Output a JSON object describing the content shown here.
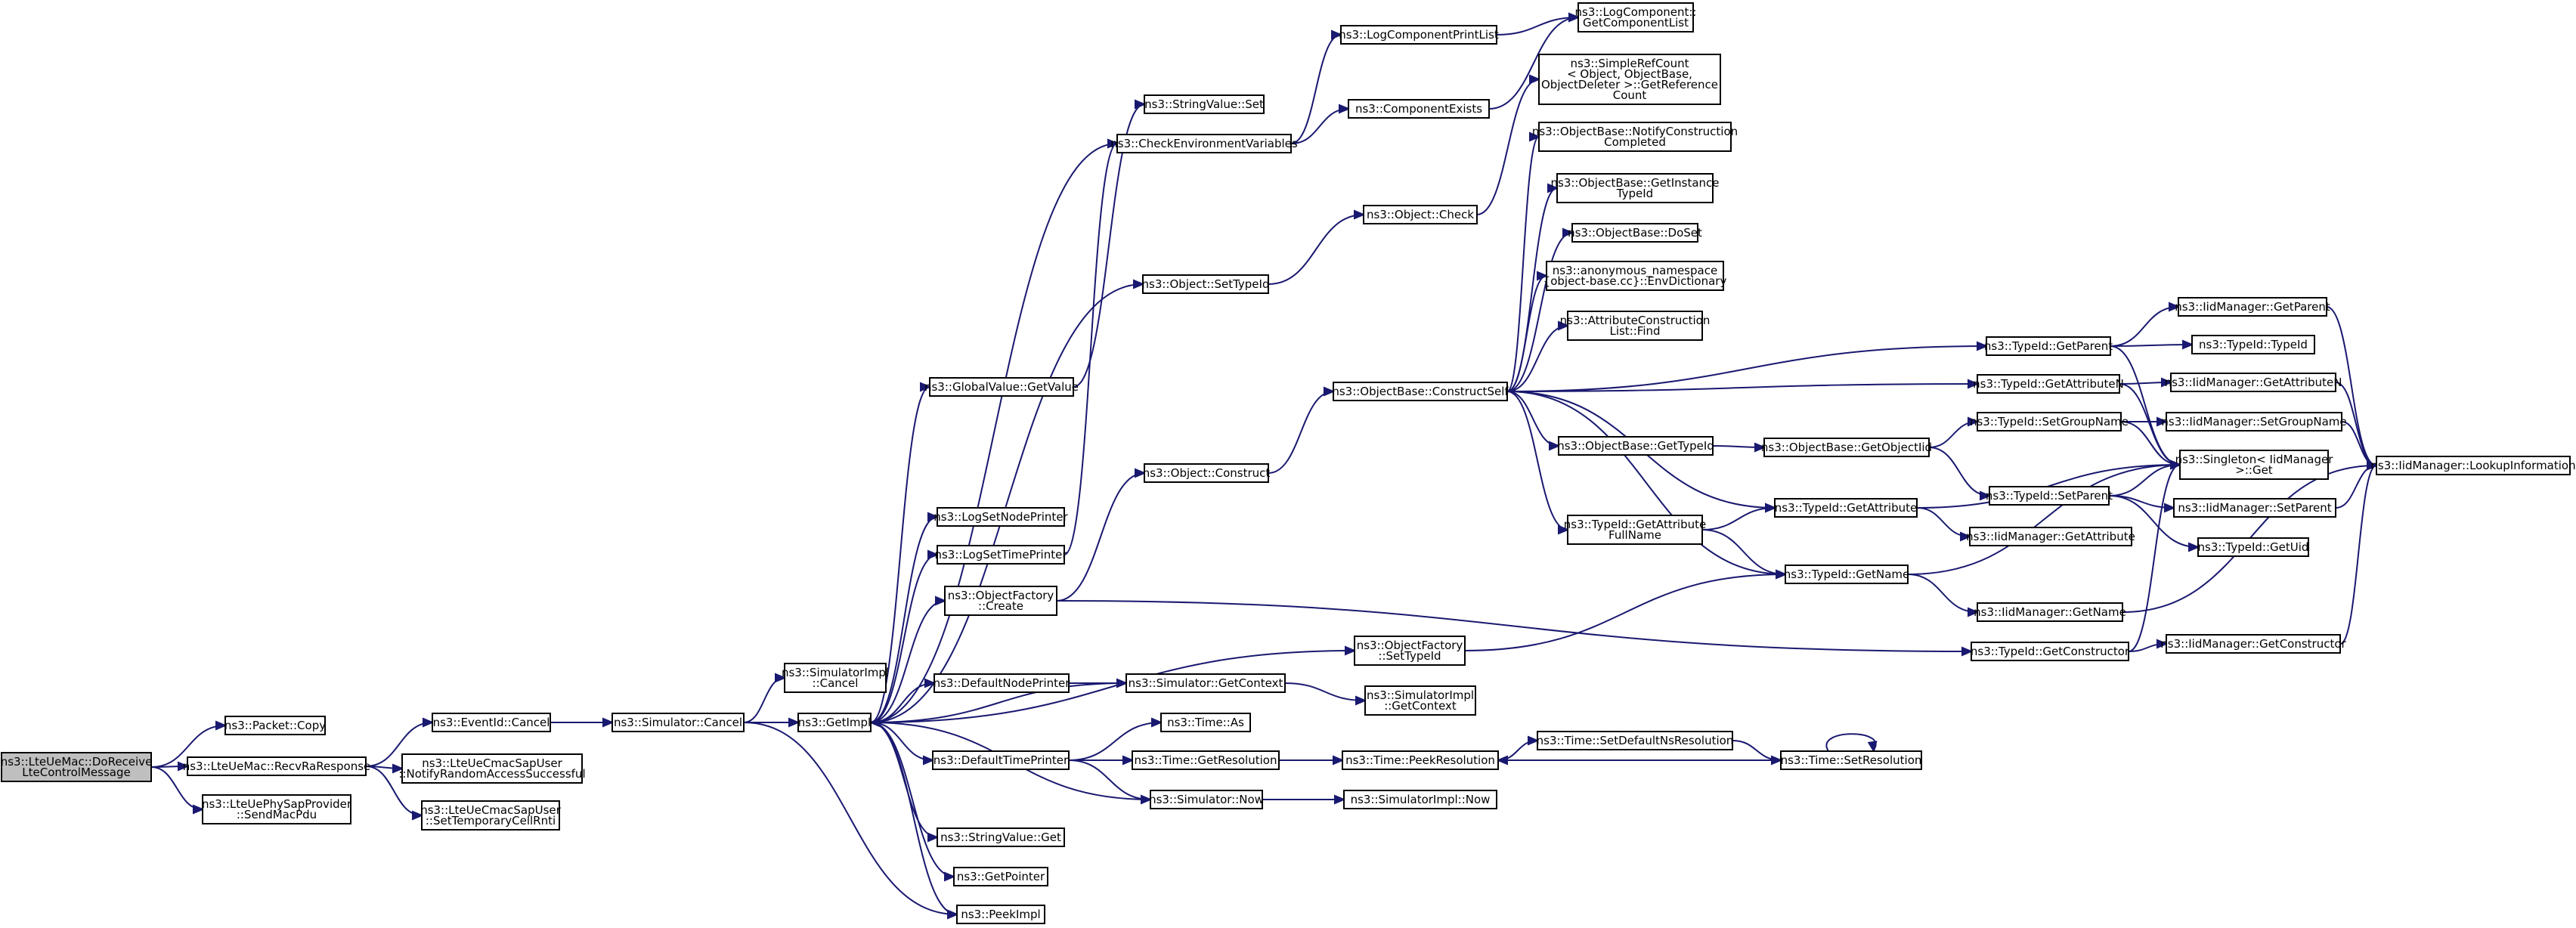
{
  "graph": {
    "nodes": [
      {
        "id": "root",
        "lines": [
          "ns3::LteUeMac::DoReceive",
          "LteControlMessage"
        ],
        "root": true
      },
      {
        "id": "packet_copy",
        "lines": [
          "ns3::Packet::Copy"
        ]
      },
      {
        "id": "recvra",
        "lines": [
          "ns3::LteUeMac::RecvRaResponse"
        ]
      },
      {
        "id": "sendmacpdu",
        "lines": [
          "ns3::LteUePhySapProvider",
          "::SendMacPdu"
        ]
      },
      {
        "id": "eventid_cancel",
        "lines": [
          "ns3::EventId::Cancel"
        ]
      },
      {
        "id": "notify_ra",
        "lines": [
          "ns3::LteUeCmacSapUser",
          "::NotifyRandomAccessSuccessful"
        ]
      },
      {
        "id": "set_temp_rnti",
        "lines": [
          "ns3::LteUeCmacSapUser",
          "::SetTemporaryCellRnti"
        ]
      },
      {
        "id": "sim_cancel",
        "lines": [
          "ns3::Simulator::Cancel"
        ]
      },
      {
        "id": "simimpl_cancel",
        "lines": [
          "ns3::SimulatorImpl",
          "::Cancel"
        ]
      },
      {
        "id": "getimpl",
        "lines": [
          "ns3::GetImpl"
        ]
      },
      {
        "id": "globalvalue_getvalue",
        "lines": [
          "ns3::GlobalValue::GetValue"
        ]
      },
      {
        "id": "logsetnodeprinter",
        "lines": [
          "ns3::LogSetNodePrinter"
        ]
      },
      {
        "id": "logsettimeprinter",
        "lines": [
          "ns3::LogSetTimePrinter"
        ]
      },
      {
        "id": "objectfactory_create",
        "lines": [
          "ns3::ObjectFactory",
          "::Create"
        ]
      },
      {
        "id": "defaultnodeprinter",
        "lines": [
          "ns3::DefaultNodePrinter"
        ]
      },
      {
        "id": "defaulttimeprinter",
        "lines": [
          "ns3::DefaultTimePrinter"
        ]
      },
      {
        "id": "stringvalue_get",
        "lines": [
          "ns3::StringValue::Get"
        ]
      },
      {
        "id": "getpointer",
        "lines": [
          "ns3::GetPointer"
        ]
      },
      {
        "id": "peekimpl",
        "lines": [
          "ns3::PeekImpl"
        ]
      },
      {
        "id": "stringvalue_set",
        "lines": [
          "ns3::StringValue::Set"
        ]
      },
      {
        "id": "checkenv",
        "lines": [
          "ns3::CheckEnvironmentVariables"
        ]
      },
      {
        "id": "object_settypeid",
        "lines": [
          "ns3::Object::SetTypeId"
        ]
      },
      {
        "id": "object_construct",
        "lines": [
          "ns3::Object::Construct"
        ]
      },
      {
        "id": "objectfactory_settypeid",
        "lines": [
          "ns3::ObjectFactory",
          "::SetTypeId"
        ]
      },
      {
        "id": "sim_getcontext",
        "lines": [
          "ns3::Simulator::GetContext"
        ]
      },
      {
        "id": "time_as",
        "lines": [
          "ns3::Time::As"
        ]
      },
      {
        "id": "time_getresolution",
        "lines": [
          "ns3::Time::GetResolution"
        ]
      },
      {
        "id": "sim_now",
        "lines": [
          "ns3::Simulator::Now"
        ]
      },
      {
        "id": "logcomponentprintlist",
        "lines": [
          "ns3::LogComponentPrintList"
        ]
      },
      {
        "id": "componentexists",
        "lines": [
          "ns3::ComponentExists"
        ]
      },
      {
        "id": "object_check",
        "lines": [
          "ns3::Object::Check"
        ]
      },
      {
        "id": "constructself",
        "lines": [
          "ns3::ObjectBase::ConstructSelf"
        ]
      },
      {
        "id": "simimpl_getcontext",
        "lines": [
          "ns3::SimulatorImpl",
          "::GetContext"
        ]
      },
      {
        "id": "time_peekresolution",
        "lines": [
          "ns3::Time::PeekResolution"
        ]
      },
      {
        "id": "simimpl_now",
        "lines": [
          "ns3::SimulatorImpl::Now"
        ]
      },
      {
        "id": "getcomponentlist",
        "lines": [
          "ns3::LogComponent::",
          "GetComponentList"
        ]
      },
      {
        "id": "simplerefcount",
        "lines": [
          "ns3::SimpleRefCount",
          "< Object, ObjectBase,",
          "ObjectDeleter >::GetReference",
          "Count"
        ]
      },
      {
        "id": "notifyconstruction",
        "lines": [
          "ns3::ObjectBase::NotifyConstruction",
          "Completed"
        ]
      },
      {
        "id": "getinstancetypeid",
        "lines": [
          "ns3::ObjectBase::GetInstance",
          "TypeId"
        ]
      },
      {
        "id": "doset",
        "lines": [
          "ns3::ObjectBase::DoSet"
        ]
      },
      {
        "id": "envdictionary",
        "lines": [
          "ns3::anonymous_namespace",
          "{object-base.cc}::EnvDictionary"
        ]
      },
      {
        "id": "attrconstructionlist_find",
        "lines": [
          "ns3::AttributeConstruction",
          "List::Find"
        ]
      },
      {
        "id": "objectbase_gettypeid",
        "lines": [
          "ns3::ObjectBase::GetTypeId"
        ]
      },
      {
        "id": "getattributefullname",
        "lines": [
          "ns3::TypeId::GetAttribute",
          "FullName"
        ]
      },
      {
        "id": "time_setdefaultnsres",
        "lines": [
          "ns3::Time::SetDefaultNsResolution"
        ]
      },
      {
        "id": "time_setresolution",
        "lines": [
          "ns3::Time::SetResolution"
        ]
      },
      {
        "id": "getobjectiid",
        "lines": [
          "ns3::ObjectBase::GetObjectIid"
        ]
      },
      {
        "id": "typeid_getattribute",
        "lines": [
          "ns3::TypeId::GetAttribute"
        ]
      },
      {
        "id": "typeid_getname",
        "lines": [
          "ns3::TypeId::GetName"
        ]
      },
      {
        "id": "typeid_getparent",
        "lines": [
          "ns3::TypeId::GetParent"
        ]
      },
      {
        "id": "typeid_getattributen",
        "lines": [
          "ns3::TypeId::GetAttributeN"
        ]
      },
      {
        "id": "typeid_setgroupname",
        "lines": [
          "ns3::TypeId::SetGroupName"
        ]
      },
      {
        "id": "typeid_setparent",
        "lines": [
          "ns3::TypeId::SetParent"
        ]
      },
      {
        "id": "iid_getattribute",
        "lines": [
          "ns3::IidManager::GetAttribute"
        ]
      },
      {
        "id": "iid_getname",
        "lines": [
          "ns3::IidManager::GetName"
        ]
      },
      {
        "id": "typeid_getconstructor",
        "lines": [
          "ns3::TypeId::GetConstructor"
        ]
      },
      {
        "id": "iid_getparent",
        "lines": [
          "ns3::IidManager::GetParent"
        ]
      },
      {
        "id": "typeid_typeid",
        "lines": [
          "ns3::TypeId::TypeId"
        ]
      },
      {
        "id": "iid_getattributen",
        "lines": [
          "ns3::IidManager::GetAttributeN"
        ]
      },
      {
        "id": "iid_setgroupname",
        "lines": [
          "ns3::IidManager::SetGroupName"
        ]
      },
      {
        "id": "singleton_get",
        "lines": [
          "ns3::Singleton< IidManager",
          ">::Get"
        ]
      },
      {
        "id": "iid_setparent",
        "lines": [
          "ns3::IidManager::SetParent"
        ]
      },
      {
        "id": "typeid_getuid",
        "lines": [
          "ns3::TypeId::GetUid"
        ]
      },
      {
        "id": "iid_getconstructor",
        "lines": [
          "ns3::IidManager::GetConstructor"
        ]
      },
      {
        "id": "iid_lookupinformation",
        "lines": [
          "ns3::IidManager::LookupInformation"
        ]
      }
    ],
    "edges": [
      [
        "root",
        "packet_copy"
      ],
      [
        "root",
        "recvra"
      ],
      [
        "root",
        "sendmacpdu"
      ],
      [
        "recvra",
        "eventid_cancel"
      ],
      [
        "recvra",
        "notify_ra"
      ],
      [
        "recvra",
        "set_temp_rnti"
      ],
      [
        "eventid_cancel",
        "sim_cancel"
      ],
      [
        "sim_cancel",
        "simimpl_cancel"
      ],
      [
        "sim_cancel",
        "getimpl"
      ],
      [
        "sim_cancel",
        "peekimpl"
      ],
      [
        "getimpl",
        "globalvalue_getvalue"
      ],
      [
        "getimpl",
        "logsetnodeprinter"
      ],
      [
        "getimpl",
        "logsettimeprinter"
      ],
      [
        "getimpl",
        "objectfactory_create"
      ],
      [
        "getimpl",
        "defaultnodeprinter"
      ],
      [
        "getimpl",
        "defaulttimeprinter"
      ],
      [
        "getimpl",
        "stringvalue_get"
      ],
      [
        "getimpl",
        "getpointer"
      ],
      [
        "getimpl",
        "peekimpl"
      ],
      [
        "getimpl",
        "checkenv"
      ],
      [
        "getimpl",
        "objectfactory_settypeid"
      ],
      [
        "getimpl",
        "object_settypeid"
      ],
      [
        "globalvalue_getvalue",
        "stringvalue_set"
      ],
      [
        "logsettimeprinter",
        "checkenv"
      ],
      [
        "objectfactory_create",
        "object_construct"
      ],
      [
        "objectfactory_create",
        "typeid_getconstructor"
      ],
      [
        "defaultnodeprinter",
        "sim_getcontext"
      ],
      [
        "sim_getcontext",
        "getimpl"
      ],
      [
        "sim_getcontext",
        "simimpl_getcontext"
      ],
      [
        "defaulttimeprinter",
        "time_as"
      ],
      [
        "defaulttimeprinter",
        "time_getresolution"
      ],
      [
        "defaulttimeprinter",
        "sim_now"
      ],
      [
        "sim_now",
        "getimpl"
      ],
      [
        "sim_now",
        "simimpl_now"
      ],
      [
        "time_getresolution",
        "time_peekresolution"
      ],
      [
        "checkenv",
        "logcomponentprintlist"
      ],
      [
        "checkenv",
        "componentexists"
      ],
      [
        "logcomponentprintlist",
        "getcomponentlist"
      ],
      [
        "componentexists",
        "getcomponentlist"
      ],
      [
        "object_settypeid",
        "object_check"
      ],
      [
        "object_check",
        "simplerefcount"
      ],
      [
        "object_construct",
        "constructself"
      ],
      [
        "objectfactory_settypeid",
        "typeid_getname"
      ],
      [
        "constructself",
        "notifyconstruction"
      ],
      [
        "constructself",
        "getinstancetypeid"
      ],
      [
        "constructself",
        "doset"
      ],
      [
        "constructself",
        "envdictionary"
      ],
      [
        "constructself",
        "attrconstructionlist_find"
      ],
      [
        "constructself",
        "objectbase_gettypeid"
      ],
      [
        "constructself",
        "getattributefullname"
      ],
      [
        "constructself",
        "typeid_getattribute"
      ],
      [
        "constructself",
        "typeid_getname"
      ],
      [
        "constructself",
        "typeid_getparent"
      ],
      [
        "constructself",
        "typeid_getattributen"
      ],
      [
        "objectbase_gettypeid",
        "getobjectiid"
      ],
      [
        "getobjectiid",
        "typeid_setgroupname"
      ],
      [
        "getobjectiid",
        "typeid_setparent"
      ],
      [
        "getattributefullname",
        "typeid_getattribute"
      ],
      [
        "getattributefullname",
        "typeid_getname"
      ],
      [
        "typeid_getattribute",
        "iid_getattribute"
      ],
      [
        "typeid_getattribute",
        "singleton_get"
      ],
      [
        "typeid_getname",
        "iid_getname"
      ],
      [
        "typeid_getname",
        "singleton_get"
      ],
      [
        "typeid_getparent",
        "iid_getparent"
      ],
      [
        "typeid_getparent",
        "typeid_typeid"
      ],
      [
        "typeid_getparent",
        "singleton_get"
      ],
      [
        "typeid_getattributen",
        "iid_getattributen"
      ],
      [
        "typeid_getattributen",
        "singleton_get"
      ],
      [
        "typeid_setgroupname",
        "iid_setgroupname"
      ],
      [
        "typeid_setgroupname",
        "singleton_get"
      ],
      [
        "typeid_setparent",
        "iid_setparent"
      ],
      [
        "typeid_setparent",
        "typeid_getuid"
      ],
      [
        "typeid_setparent",
        "singleton_get"
      ],
      [
        "typeid_getconstructor",
        "iid_getconstructor"
      ],
      [
        "typeid_getconstructor",
        "singleton_get"
      ],
      [
        "time_peekresolution",
        "time_setdefaultnsres"
      ],
      [
        "time_setdefaultnsres",
        "time_setresolution"
      ],
      [
        "time_setresolution",
        "time_peekresolution"
      ],
      [
        "time_setresolution",
        "time_setresolution"
      ],
      [
        "iid_getparent",
        "iid_lookupinformation"
      ],
      [
        "iid_getattributen",
        "iid_lookupinformation"
      ],
      [
        "iid_setgroupname",
        "iid_lookupinformation"
      ],
      [
        "iid_setparent",
        "iid_lookupinformation"
      ],
      [
        "iid_getname",
        "iid_lookupinformation"
      ],
      [
        "iid_getconstructor",
        "iid_lookupinformation"
      ]
    ]
  }
}
